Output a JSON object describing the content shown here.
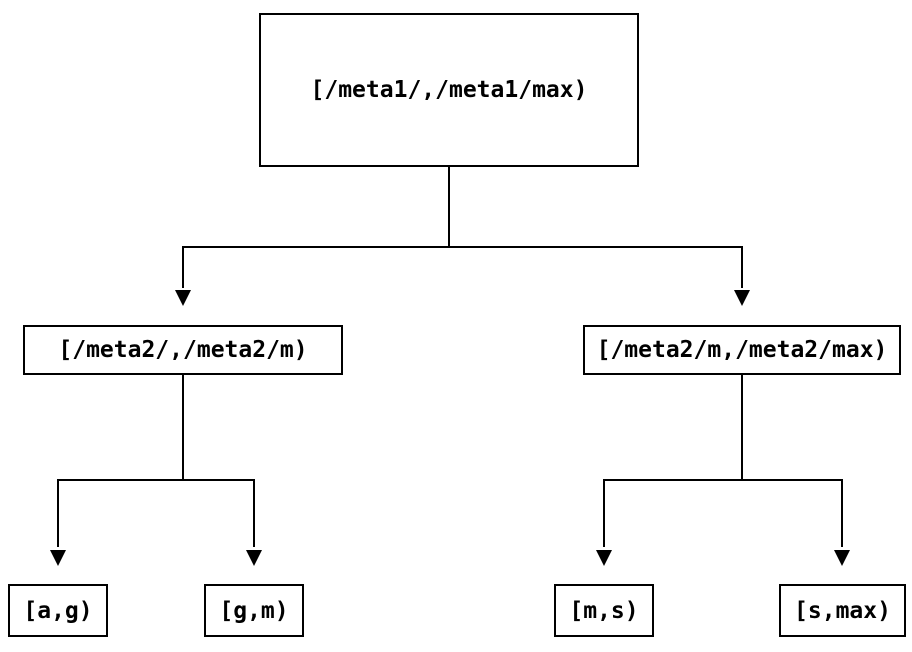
{
  "diagram": {
    "type": "binary-interval-tree",
    "colors": {
      "background": "#ffffff",
      "line": "#000000",
      "box_border": "#000000",
      "text": "#000000"
    },
    "nodes": {
      "root": {
        "label": "[/meta1/,/meta1/max)"
      },
      "left": {
        "label": "[/meta2/,/meta2/m)"
      },
      "right": {
        "label": "[/meta2/m,/meta2/max)"
      },
      "leaf_ag": {
        "label": "[a,g)"
      },
      "leaf_gm": {
        "label": "[g,m)"
      },
      "leaf_ms": {
        "label": "[m,s)"
      },
      "leaf_smax": {
        "label": "[s,max)"
      }
    },
    "edges": [
      {
        "from": "root",
        "to": "left",
        "arrow": "down"
      },
      {
        "from": "root",
        "to": "right",
        "arrow": "down"
      },
      {
        "from": "left",
        "to": "leaf_ag",
        "arrow": "down"
      },
      {
        "from": "left",
        "to": "leaf_gm",
        "arrow": "down"
      },
      {
        "from": "right",
        "to": "leaf_ms",
        "arrow": "down"
      },
      {
        "from": "right",
        "to": "leaf_smax",
        "arrow": "down"
      }
    ]
  }
}
